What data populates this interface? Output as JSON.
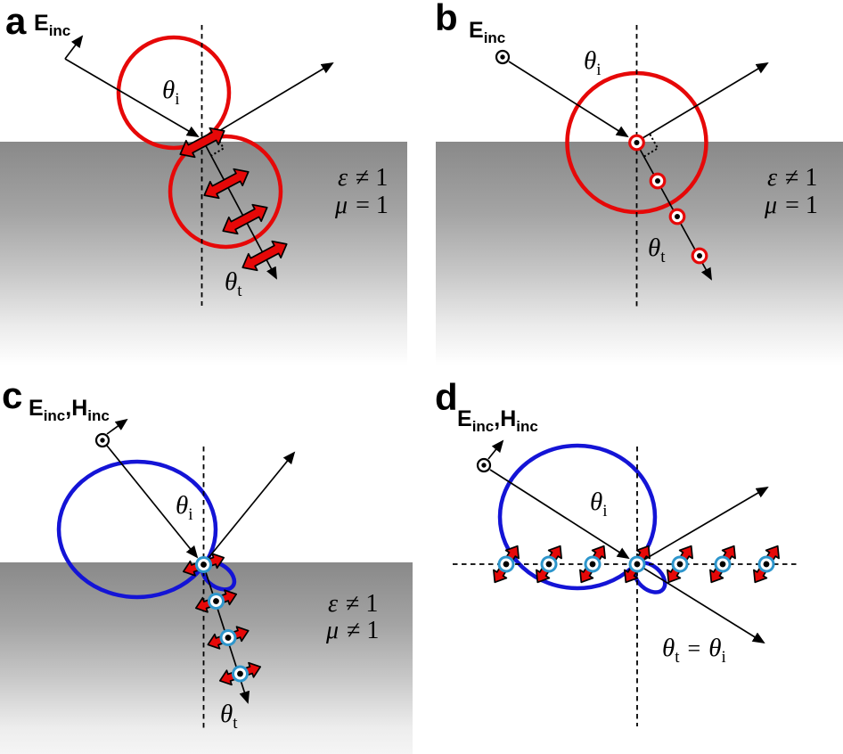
{
  "colors": {
    "red": "#e60808",
    "blue": "#1414d6",
    "ring": "#2e96cc",
    "gray": "#8a8a8a",
    "background": "#ffffff",
    "black": "#000000"
  },
  "symbols": {
    "out_of_plane_dot": "⊙",
    "electric_dipole": "red double-headed arrow",
    "huygens_source": "dot in blue ring with red double-headed arrow"
  },
  "panels": {
    "a": {
      "letter": "a",
      "field_label": {
        "E": "E",
        "E_sub": "inc"
      },
      "theta_i": {
        "sym": "θ",
        "sub": "i"
      },
      "theta_t": {
        "sym": "θ",
        "sub": "t"
      },
      "medium": {
        "eps_sym": "ε",
        "eps_rel": "≠ 1",
        "mu_sym": "μ",
        "mu_rel": "= 1"
      }
    },
    "b": {
      "letter": "b",
      "field_label": {
        "E": "E",
        "E_sub": "inc"
      },
      "theta_i": {
        "sym": "θ",
        "sub": "i"
      },
      "theta_t": {
        "sym": "θ",
        "sub": "t"
      },
      "medium": {
        "eps_sym": "ε",
        "eps_rel": "≠ 1",
        "mu_sym": "μ",
        "mu_rel": "= 1"
      }
    },
    "c": {
      "letter": "c",
      "field_label": {
        "E": "E",
        "E_sub": "inc",
        "H": ",H",
        "H_sub": "inc"
      },
      "theta_i": {
        "sym": "θ",
        "sub": "i"
      },
      "theta_t": {
        "sym": "θ",
        "sub": "t"
      },
      "medium": {
        "eps_sym": "ε",
        "eps_rel": "≠ 1",
        "mu_sym": "μ",
        "mu_rel": "≠ 1"
      }
    },
    "d": {
      "letter": "d",
      "field_label": {
        "E": "E",
        "E_sub": "inc",
        "H": ",H",
        "H_sub": "inc"
      },
      "theta_i": {
        "sym": "θ",
        "sub": "i"
      },
      "theta_relation": {
        "lhs_sym": "θ",
        "lhs_sub": "t",
        "eq": "=",
        "rhs_sym": "θ",
        "rhs_sub": "i"
      }
    }
  }
}
